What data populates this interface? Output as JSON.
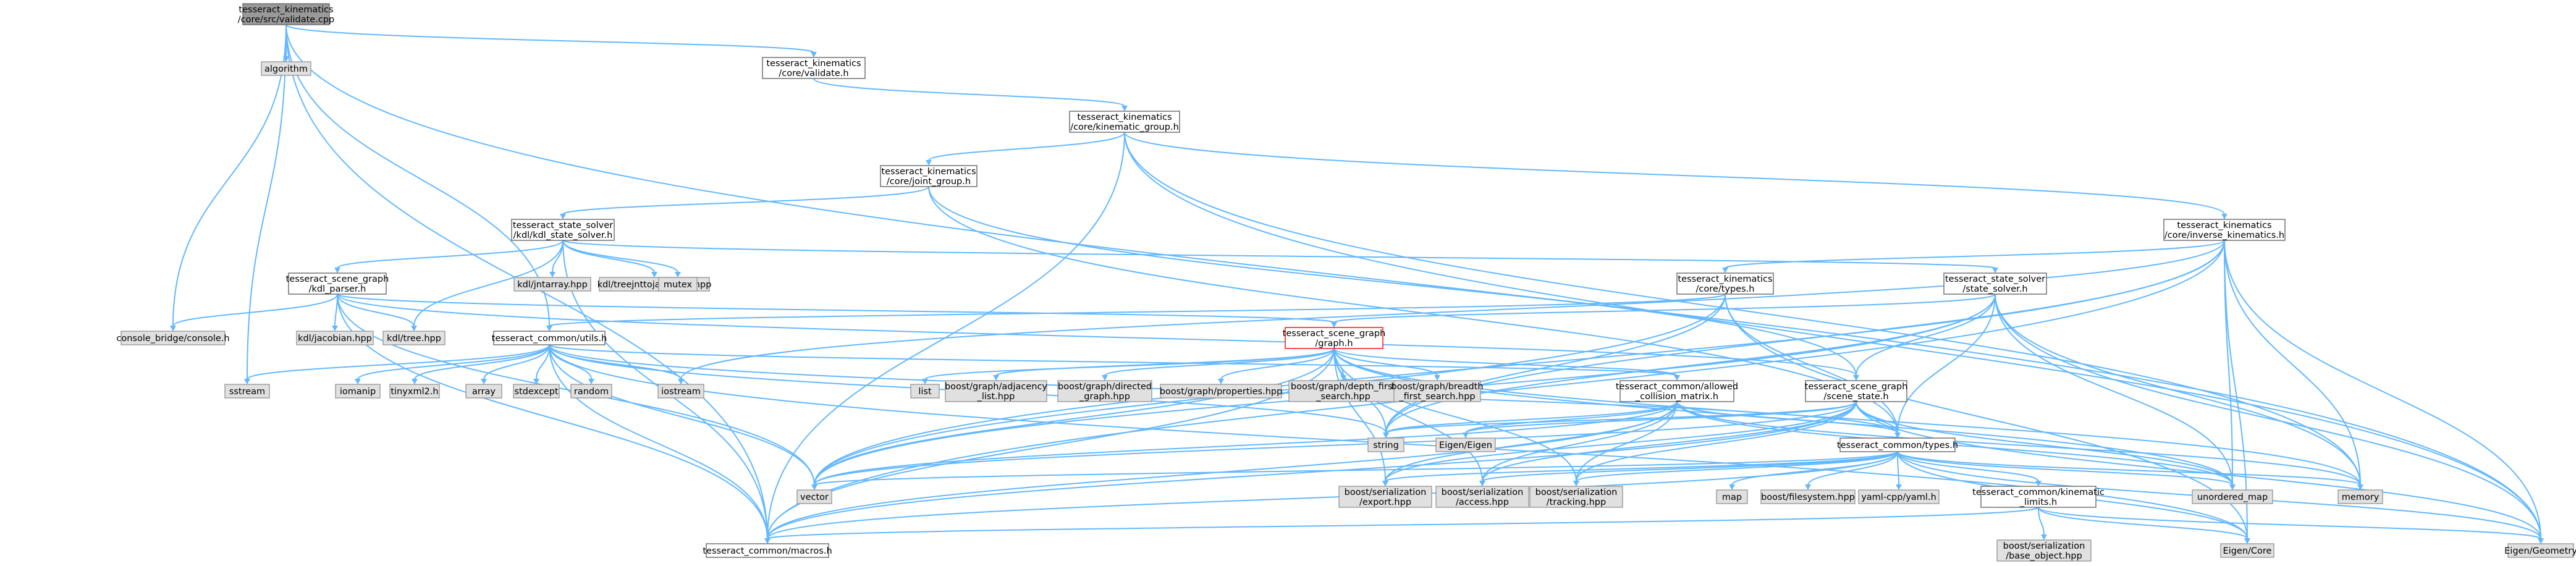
{
  "diagram_title": "",
  "colors": {
    "edge": "#63b8ff",
    "root_fill": "#999999",
    "root_border": "#666666",
    "documented_fill": "#ffffff",
    "documented_border": "#666666",
    "external_fill": "#e0e0e0",
    "external_border": "#999999",
    "highlight_border": "#ff0000",
    "text": "#000000"
  },
  "nodes": [
    {
      "id": "validate_cpp",
      "kind": "root",
      "lines": [
        "tesseract_kinematics",
        "/core/src/validate.cpp"
      ]
    },
    {
      "id": "algorithm",
      "kind": "external",
      "lines": [
        "algorithm"
      ]
    },
    {
      "id": "core_validate_h",
      "kind": "documented",
      "lines": [
        "tesseract_kinematics",
        "/core/validate.h"
      ]
    },
    {
      "id": "kinematic_group_h",
      "kind": "documented",
      "lines": [
        "tesseract_kinematics",
        "/core/kinematic_group.h"
      ]
    },
    {
      "id": "joint_group_h",
      "kind": "documented",
      "lines": [
        "tesseract_kinematics",
        "/core/joint_group.h"
      ]
    },
    {
      "id": "kdl_state_solver_h",
      "kind": "documented",
      "lines": [
        "tesseract_state_solver",
        "/kdl/kdl_state_solver.h"
      ]
    },
    {
      "id": "inverse_kinematics_h",
      "kind": "documented",
      "lines": [
        "tesseract_kinematics",
        "/core/inverse_kinematics.h"
      ]
    },
    {
      "id": "kdl_parser_h",
      "kind": "documented",
      "lines": [
        "tesseract_scene_graph",
        "/kdl_parser.h"
      ]
    },
    {
      "id": "kdl_jntarray",
      "kind": "external",
      "lines": [
        "kdl/jntarray.hpp"
      ]
    },
    {
      "id": "kdl_treejnt",
      "kind": "external",
      "lines": [
        "kdl/treejnttojacsolver.hpp"
      ]
    },
    {
      "id": "mutex",
      "kind": "external",
      "lines": [
        "mutex"
      ]
    },
    {
      "id": "core_types_h",
      "kind": "documented",
      "lines": [
        "tesseract_kinematics",
        "/core/types.h"
      ]
    },
    {
      "id": "state_solver_h",
      "kind": "documented",
      "lines": [
        "tesseract_state_solver",
        "/state_solver.h"
      ]
    },
    {
      "id": "console_bridge",
      "kind": "external",
      "lines": [
        "console_bridge/console.h"
      ]
    },
    {
      "id": "kdl_jacobian",
      "kind": "external",
      "lines": [
        "kdl/jacobian.hpp"
      ]
    },
    {
      "id": "kdl_tree",
      "kind": "external",
      "lines": [
        "kdl/tree.hpp"
      ]
    },
    {
      "id": "graph_h",
      "kind": "highlight",
      "lines": [
        "tesseract_scene_graph",
        "/graph.h"
      ]
    },
    {
      "id": "utils_h",
      "kind": "documented",
      "lines": [
        "tesseract_common/utils.h"
      ]
    },
    {
      "id": "sstream",
      "kind": "external",
      "lines": [
        "sstream"
      ]
    },
    {
      "id": "iomanip",
      "kind": "external",
      "lines": [
        "iomanip"
      ]
    },
    {
      "id": "tinyxml2",
      "kind": "external",
      "lines": [
        "tinyxml2.h"
      ]
    },
    {
      "id": "array",
      "kind": "external",
      "lines": [
        "array"
      ]
    },
    {
      "id": "stdexcept",
      "kind": "external",
      "lines": [
        "stdexcept"
      ]
    },
    {
      "id": "random",
      "kind": "external",
      "lines": [
        "random"
      ]
    },
    {
      "id": "iostream",
      "kind": "external",
      "lines": [
        "iostream"
      ]
    },
    {
      "id": "list",
      "kind": "external",
      "lines": [
        "list"
      ]
    },
    {
      "id": "adjacency",
      "kind": "external",
      "lines": [
        "boost/graph/adjacency",
        "_list.hpp"
      ]
    },
    {
      "id": "directed",
      "kind": "external",
      "lines": [
        "boost/graph/directed",
        "_graph.hpp"
      ]
    },
    {
      "id": "properties",
      "kind": "external",
      "lines": [
        "boost/graph/properties.hpp"
      ]
    },
    {
      "id": "depth_first",
      "kind": "external",
      "lines": [
        "boost/graph/depth_first",
        "_search.hpp"
      ]
    },
    {
      "id": "breadth_first",
      "kind": "external",
      "lines": [
        "boost/graph/breadth",
        "_first_search.hpp"
      ]
    },
    {
      "id": "allowed_collision",
      "kind": "documented",
      "lines": [
        "tesseract_common/allowed",
        "_collision_matrix.h"
      ]
    },
    {
      "id": "scene_state_h",
      "kind": "documented",
      "lines": [
        "tesseract_scene_graph",
        "/scene_state.h"
      ]
    },
    {
      "id": "string",
      "kind": "external",
      "lines": [
        "string"
      ]
    },
    {
      "id": "eigen_eigen",
      "kind": "external",
      "lines": [
        "Eigen/Eigen"
      ]
    },
    {
      "id": "common_types_h",
      "kind": "documented",
      "lines": [
        "tesseract_common/types.h"
      ]
    },
    {
      "id": "vector",
      "kind": "external",
      "lines": [
        "vector"
      ]
    },
    {
      "id": "ser_export",
      "kind": "external",
      "lines": [
        "boost/serialization",
        "/export.hpp"
      ]
    },
    {
      "id": "ser_access",
      "kind": "external",
      "lines": [
        "boost/serialization",
        "/access.hpp"
      ]
    },
    {
      "id": "ser_tracking",
      "kind": "external",
      "lines": [
        "boost/serialization",
        "/tracking.hpp"
      ]
    },
    {
      "id": "map",
      "kind": "external",
      "lines": [
        "map"
      ]
    },
    {
      "id": "filesystem",
      "kind": "external",
      "lines": [
        "boost/filesystem.hpp"
      ]
    },
    {
      "id": "yaml",
      "kind": "external",
      "lines": [
        "yaml-cpp/yaml.h"
      ]
    },
    {
      "id": "limits_h",
      "kind": "documented",
      "lines": [
        "tesseract_common/kinematic",
        "_limits.h"
      ]
    },
    {
      "id": "unordered_map",
      "kind": "external",
      "lines": [
        "unordered_map"
      ]
    },
    {
      "id": "memory",
      "kind": "external",
      "lines": [
        "memory"
      ]
    },
    {
      "id": "eigen_geometry",
      "kind": "external",
      "lines": [
        "Eigen/Geometry"
      ]
    },
    {
      "id": "macros_h",
      "kind": "documented",
      "lines": [
        "tesseract_common/macros.h"
      ]
    },
    {
      "id": "base_object",
      "kind": "external",
      "lines": [
        "boost/serialization",
        "/base_object.hpp"
      ]
    },
    {
      "id": "eigen_core",
      "kind": "external",
      "lines": [
        "Eigen/Core"
      ]
    }
  ],
  "edges": [
    [
      "validate_cpp",
      "algorithm"
    ],
    [
      "validate_cpp",
      "core_validate_h"
    ],
    [
      "validate_cpp",
      "console_bridge"
    ],
    [
      "validate_cpp",
      "sstream"
    ],
    [
      "validate_cpp",
      "utils_h"
    ],
    [
      "validate_cpp",
      "macros_h"
    ],
    [
      "validate_cpp",
      "eigen_geometry"
    ],
    [
      "core_validate_h",
      "kinematic_group_h"
    ],
    [
      "kinematic_group_h",
      "joint_group_h"
    ],
    [
      "kinematic_group_h",
      "inverse_kinematics_h"
    ],
    [
      "kinematic_group_h",
      "macros_h"
    ],
    [
      "kinematic_group_h",
      "memory"
    ],
    [
      "kinematic_group_h",
      "eigen_geometry"
    ],
    [
      "joint_group_h",
      "kdl_state_solver_h"
    ],
    [
      "joint_group_h",
      "scene_state_h"
    ],
    [
      "joint_group_h",
      "common_types_h"
    ],
    [
      "kdl_state_solver_h",
      "kdl_parser_h"
    ],
    [
      "kdl_state_solver_h",
      "kdl_jntarray"
    ],
    [
      "kdl_state_solver_h",
      "kdl_treejnt"
    ],
    [
      "kdl_state_solver_h",
      "mutex"
    ],
    [
      "kdl_state_solver_h",
      "state_solver_h"
    ],
    [
      "kdl_state_solver_h",
      "macros_h"
    ],
    [
      "kdl_state_solver_h",
      "kdl_tree"
    ],
    [
      "inverse_kinematics_h",
      "core_types_h"
    ],
    [
      "inverse_kinematics_h",
      "vector"
    ],
    [
      "inverse_kinematics_h",
      "string"
    ],
    [
      "inverse_kinematics_h",
      "memory"
    ],
    [
      "inverse_kinematics_h",
      "eigen_geometry"
    ],
    [
      "inverse_kinematics_h",
      "eigen_core"
    ],
    [
      "inverse_kinematics_h",
      "unordered_map"
    ],
    [
      "inverse_kinematics_h",
      "macros_h"
    ],
    [
      "inverse_kinematics_h",
      "iostream"
    ],
    [
      "kdl_parser_h",
      "console_bridge"
    ],
    [
      "kdl_parser_h",
      "kdl_jacobian"
    ],
    [
      "kdl_parser_h",
      "kdl_tree"
    ],
    [
      "kdl_parser_h",
      "graph_h"
    ],
    [
      "kdl_parser_h",
      "scene_state_h"
    ],
    [
      "kdl_parser_h",
      "vector"
    ],
    [
      "kdl_parser_h",
      "macros_h"
    ],
    [
      "core_types_h",
      "vector"
    ],
    [
      "core_types_h",
      "string"
    ],
    [
      "core_types_h",
      "eigen_core"
    ],
    [
      "core_types_h",
      "common_types_h"
    ],
    [
      "core_types_h",
      "utils_h"
    ],
    [
      "state_solver_h",
      "graph_h"
    ],
    [
      "state_solver_h",
      "scene_state_h"
    ],
    [
      "state_solver_h",
      "common_types_h"
    ],
    [
      "state_solver_h",
      "eigen_geometry"
    ],
    [
      "state_solver_h",
      "memory"
    ],
    [
      "state_solver_h",
      "unordered_map"
    ],
    [
      "state_solver_h",
      "vector"
    ],
    [
      "state_solver_h",
      "string"
    ],
    [
      "utils_h",
      "sstream"
    ],
    [
      "utils_h",
      "iomanip"
    ],
    [
      "utils_h",
      "tinyxml2"
    ],
    [
      "utils_h",
      "array"
    ],
    [
      "utils_h",
      "stdexcept"
    ],
    [
      "utils_h",
      "random"
    ],
    [
      "utils_h",
      "iostream"
    ],
    [
      "utils_h",
      "string"
    ],
    [
      "utils_h",
      "vector"
    ],
    [
      "utils_h",
      "allowed_collision"
    ],
    [
      "utils_h",
      "common_types_h"
    ],
    [
      "utils_h",
      "macros_h"
    ],
    [
      "utils_h",
      "eigen_core"
    ],
    [
      "graph_h",
      "list"
    ],
    [
      "graph_h",
      "adjacency"
    ],
    [
      "graph_h",
      "directed"
    ],
    [
      "graph_h",
      "properties"
    ],
    [
      "graph_h",
      "depth_first"
    ],
    [
      "graph_h",
      "breadth_first"
    ],
    [
      "graph_h",
      "allowed_collision"
    ],
    [
      "graph_h",
      "string"
    ],
    [
      "graph_h",
      "vector"
    ],
    [
      "graph_h",
      "macros_h"
    ],
    [
      "graph_h",
      "ser_export"
    ],
    [
      "graph_h",
      "ser_access"
    ],
    [
      "graph_h",
      "ser_tracking"
    ],
    [
      "graph_h",
      "unordered_map"
    ],
    [
      "graph_h",
      "memory"
    ],
    [
      "allowed_collision",
      "string"
    ],
    [
      "allowed_collision",
      "vector"
    ],
    [
      "allowed_collision",
      "eigen_eigen"
    ],
    [
      "allowed_collision",
      "common_types_h"
    ],
    [
      "allowed_collision",
      "macros_h"
    ],
    [
      "allowed_collision",
      "ser_export"
    ],
    [
      "allowed_collision",
      "ser_access"
    ],
    [
      "allowed_collision",
      "ser_tracking"
    ],
    [
      "allowed_collision",
      "unordered_map"
    ],
    [
      "allowed_collision",
      "memory"
    ],
    [
      "scene_state_h",
      "common_types_h"
    ],
    [
      "scene_state_h",
      "eigen_geometry"
    ],
    [
      "scene_state_h",
      "unordered_map"
    ],
    [
      "scene_state_h",
      "vector"
    ],
    [
      "scene_state_h",
      "macros_h"
    ],
    [
      "scene_state_h",
      "ser_export"
    ],
    [
      "scene_state_h",
      "ser_access"
    ],
    [
      "scene_state_h",
      "ser_tracking"
    ],
    [
      "scene_state_h",
      "string"
    ],
    [
      "scene_state_h",
      "eigen_eigen"
    ],
    [
      "common_types_h",
      "vector"
    ],
    [
      "common_types_h",
      "ser_export"
    ],
    [
      "common_types_h",
      "ser_access"
    ],
    [
      "common_types_h",
      "ser_tracking"
    ],
    [
      "common_types_h",
      "map"
    ],
    [
      "common_types_h",
      "filesystem"
    ],
    [
      "common_types_h",
      "yaml"
    ],
    [
      "common_types_h",
      "limits_h"
    ],
    [
      "common_types_h",
      "unordered_map"
    ],
    [
      "common_types_h",
      "memory"
    ],
    [
      "common_types_h",
      "eigen_geometry"
    ],
    [
      "common_types_h",
      "macros_h"
    ],
    [
      "common_types_h",
      "eigen_core"
    ],
    [
      "limits_h",
      "base_object"
    ],
    [
      "limits_h",
      "eigen_core"
    ],
    [
      "limits_h",
      "eigen_geometry"
    ],
    [
      "limits_h",
      "macros_h"
    ]
  ]
}
